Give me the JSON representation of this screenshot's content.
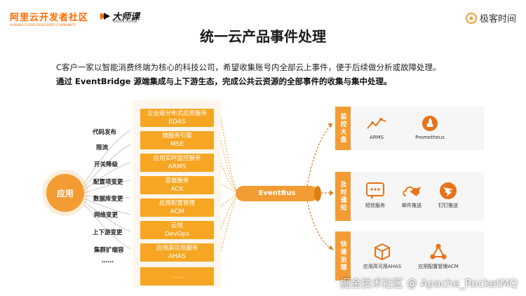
{
  "header": {
    "logo_ali_cn": "阿里云开发者社区",
    "logo_ali_en": "ALIBABA CLOUD DEVELOPER COMMUNITY",
    "logo_master": "大师课",
    "logo_master_sub": "MASTER COURSE",
    "logo_geek": "极客时间"
  },
  "slide": {
    "title": "统一云产品事件处理",
    "desc1": "C客户一家以智能消费终端为核心的科技公司，希望收集账号内全部云上事件，便于后续做分析或故障处理。",
    "desc2": "通过 EventBridge 源端集成与上下游生态，完成公共云资源的全部事件的收集与集中处理。"
  },
  "left": {
    "app_label": "应用",
    "changes": [
      "代码发布",
      "限流",
      "开关降级",
      "配置项变更",
      "数据库变更",
      "网络变更",
      "上下游变更",
      "集群扩缩容",
      "……"
    ]
  },
  "services": [
    {
      "cn": "企业级分布式应用服务",
      "en": "EDAS"
    },
    {
      "cn": "微服务引擎",
      "en": "MSE"
    },
    {
      "cn": "应用实时监控服务",
      "en": "ARMS"
    },
    {
      "cn": "容器服务",
      "en": "ACK"
    },
    {
      "cn": "应用配置管理",
      "en": "ACM"
    },
    {
      "cn": "云效",
      "en": "DevOps"
    },
    {
      "cn": "应用高可用服务",
      "en": "AHAS"
    },
    {
      "cn": "",
      "en": "……"
    }
  ],
  "eventbus": "EventBus",
  "groups": [
    {
      "head": "监控大盘",
      "tools": [
        {
          "label": "ARMS",
          "icon": "arms-line-icon"
        },
        {
          "label": "Prometheus",
          "icon": "prometheus-flame-icon"
        }
      ]
    },
    {
      "head": "及时通知",
      "tools": [
        {
          "label": "短信服务",
          "icon": "sms-chat-icon"
        },
        {
          "label": "邮件推送",
          "icon": "mail-cloud-icon"
        },
        {
          "label": "钉钉推送",
          "icon": "dingtalk-icon"
        }
      ]
    },
    {
      "head": "快速治理",
      "tools": [
        {
          "label": "应用高可用AHAS",
          "icon": "ahas-box-icon"
        },
        {
          "label": "应用配置管理ACM",
          "icon": "acm-network-icon"
        }
      ]
    }
  ],
  "watermark": "掘金技术社区 @ Apache_RocketMQ",
  "colors": {
    "accent": "#f39c34",
    "box": "#f6a623",
    "panel": "#fef6ec"
  }
}
